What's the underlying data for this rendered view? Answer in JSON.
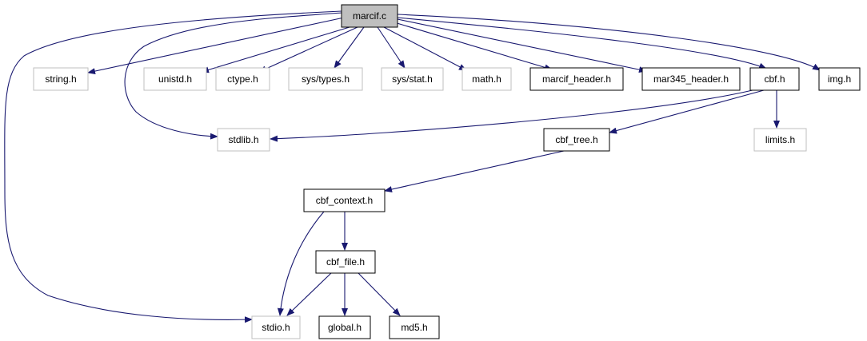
{
  "colors": {
    "edge": "#191970",
    "node_border_local": "#000000",
    "node_border_system": "#bfbfbf",
    "root_fill": "#bfbfbf",
    "background": "#ffffff"
  },
  "nodes": [
    {
      "id": "marcif_c",
      "label": "marcif.c",
      "kind": "root"
    },
    {
      "id": "string_h",
      "label": "string.h",
      "kind": "system"
    },
    {
      "id": "unistd_h",
      "label": "unistd.h",
      "kind": "system"
    },
    {
      "id": "ctype_h",
      "label": "ctype.h",
      "kind": "system"
    },
    {
      "id": "sys_types_h",
      "label": "sys/types.h",
      "kind": "system"
    },
    {
      "id": "sys_stat_h",
      "label": "sys/stat.h",
      "kind": "system"
    },
    {
      "id": "math_h",
      "label": "math.h",
      "kind": "system"
    },
    {
      "id": "marcif_header_h",
      "label": "marcif_header.h",
      "kind": "local"
    },
    {
      "id": "mar345_header_h",
      "label": "mar345_header.h",
      "kind": "local"
    },
    {
      "id": "cbf_h",
      "label": "cbf.h",
      "kind": "local"
    },
    {
      "id": "img_h",
      "label": "img.h",
      "kind": "local"
    },
    {
      "id": "stdlib_h",
      "label": "stdlib.h",
      "kind": "system"
    },
    {
      "id": "cbf_tree_h",
      "label": "cbf_tree.h",
      "kind": "local"
    },
    {
      "id": "limits_h",
      "label": "limits.h",
      "kind": "system"
    },
    {
      "id": "cbf_context_h",
      "label": "cbf_context.h",
      "kind": "local"
    },
    {
      "id": "cbf_file_h",
      "label": "cbf_file.h",
      "kind": "local"
    },
    {
      "id": "stdio_h",
      "label": "stdio.h",
      "kind": "system"
    },
    {
      "id": "global_h",
      "label": "global.h",
      "kind": "local"
    },
    {
      "id": "md5_h",
      "label": "md5.h",
      "kind": "local"
    }
  ],
  "edges": [
    {
      "from": "marcif_c",
      "to": "string_h"
    },
    {
      "from": "marcif_c",
      "to": "unistd_h"
    },
    {
      "from": "marcif_c",
      "to": "ctype_h"
    },
    {
      "from": "marcif_c",
      "to": "sys_types_h"
    },
    {
      "from": "marcif_c",
      "to": "sys_stat_h"
    },
    {
      "from": "marcif_c",
      "to": "math_h"
    },
    {
      "from": "marcif_c",
      "to": "marcif_header_h"
    },
    {
      "from": "marcif_c",
      "to": "mar345_header_h"
    },
    {
      "from": "marcif_c",
      "to": "cbf_h"
    },
    {
      "from": "marcif_c",
      "to": "img_h"
    },
    {
      "from": "marcif_c",
      "to": "stdlib_h"
    },
    {
      "from": "marcif_c",
      "to": "stdio_h"
    },
    {
      "from": "cbf_h",
      "to": "stdlib_h"
    },
    {
      "from": "cbf_h",
      "to": "cbf_tree_h"
    },
    {
      "from": "cbf_h",
      "to": "limits_h"
    },
    {
      "from": "cbf_tree_h",
      "to": "cbf_context_h"
    },
    {
      "from": "cbf_context_h",
      "to": "cbf_file_h"
    },
    {
      "from": "cbf_context_h",
      "to": "stdio_h"
    },
    {
      "from": "cbf_file_h",
      "to": "stdio_h"
    },
    {
      "from": "cbf_file_h",
      "to": "global_h"
    },
    {
      "from": "cbf_file_h",
      "to": "md5_h"
    }
  ]
}
